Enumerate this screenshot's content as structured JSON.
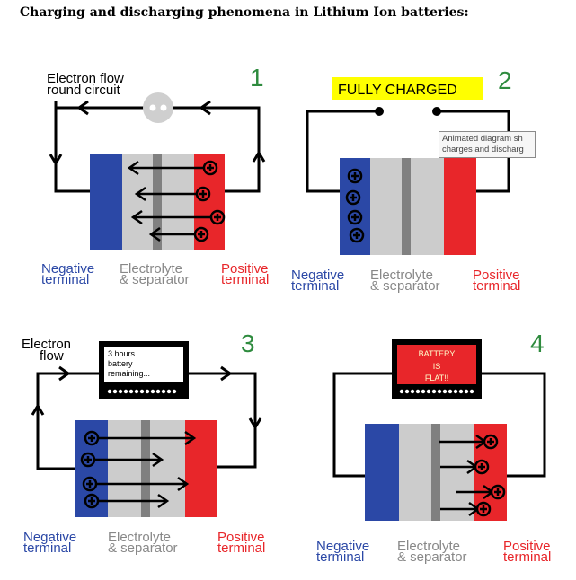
{
  "page_title": "Charging and discharging phenomena in Lithium Ion batteries:",
  "labels": {
    "negative_1": "Negative",
    "negative_2": "terminal",
    "electrolyte_1": "Electrolyte",
    "electrolyte_2": "& separator",
    "positive_1": "Positive",
    "positive_2": "terminal"
  },
  "panel1": {
    "number": "1",
    "caption_1": "Electron flow",
    "caption_2": "round circuit"
  },
  "panel2": {
    "number": "2",
    "status": "FULLY CHARGED",
    "tooltip_1": "Animated diagram sh",
    "tooltip_2": "charges and discharg"
  },
  "panel3": {
    "number": "3",
    "caption_1": "Electron",
    "caption_2": "flow",
    "screen_1": "3 hours",
    "screen_2": "battery",
    "screen_3": "remaining..."
  },
  "panel4": {
    "number": "4",
    "screen_1": "BATTERY",
    "screen_2": "IS",
    "screen_3": "FLAT!!"
  },
  "colors": {
    "negative": "#2b48a6",
    "positive": "#e8262a",
    "electrolyte": "#cccccc",
    "separator": "#808080",
    "number": "#2e8b3e",
    "highlight": "#ffff00",
    "flat_screen": "#e8262a"
  }
}
